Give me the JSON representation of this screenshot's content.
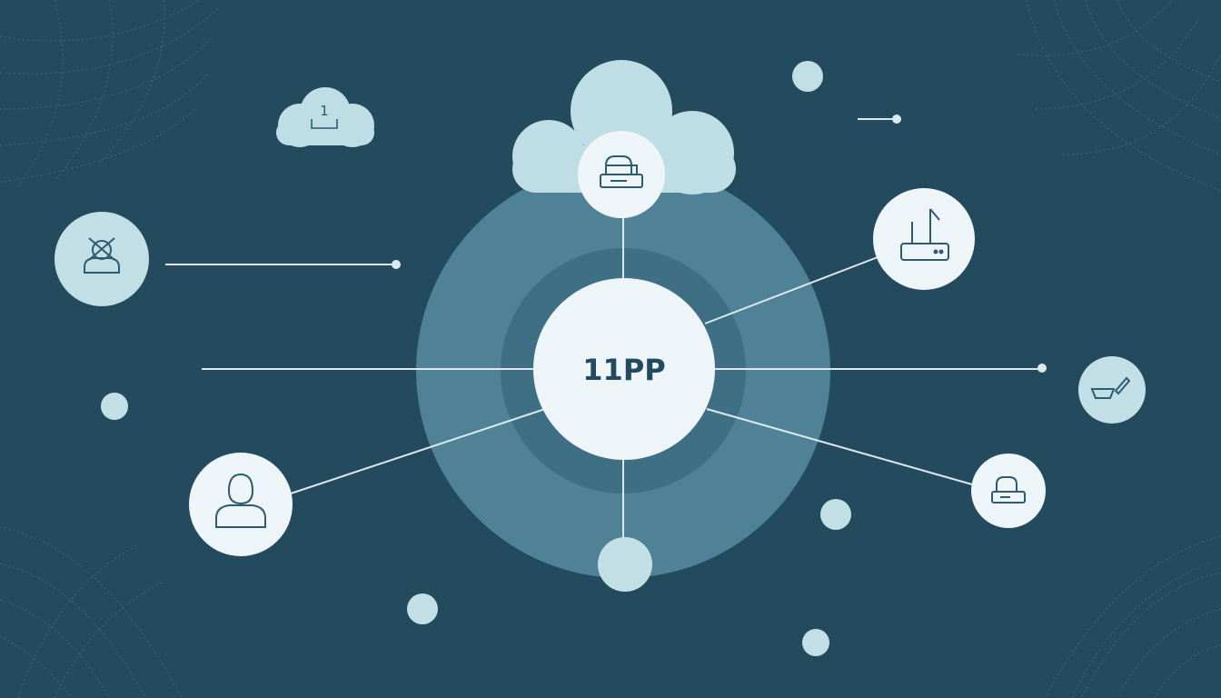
{
  "hub": {
    "label": "11PP"
  },
  "small_cloud": {
    "label": "1"
  },
  "colors": {
    "background": "#244a5e",
    "outer_ring": "#4f8296",
    "inner_ring": "#3f6f84",
    "node_fill": "#eef5f8",
    "light_node": "#c2dfe6",
    "cloud": "#bfdde5",
    "line": "#dce8ee",
    "icon_stroke": "#2c5b72",
    "texture": "#5c8fa3"
  },
  "nodes": [
    {
      "id": "cloud-server",
      "icon": "server-icon"
    },
    {
      "id": "top-right-device",
      "icon": "router-icon"
    },
    {
      "id": "user-top-left",
      "icon": "user-headset-icon"
    },
    {
      "id": "user-bottom-left",
      "icon": "user-icon"
    },
    {
      "id": "right-device",
      "icon": "device-pencil-icon"
    },
    {
      "id": "bottom-right-device",
      "icon": "server-icon"
    }
  ]
}
